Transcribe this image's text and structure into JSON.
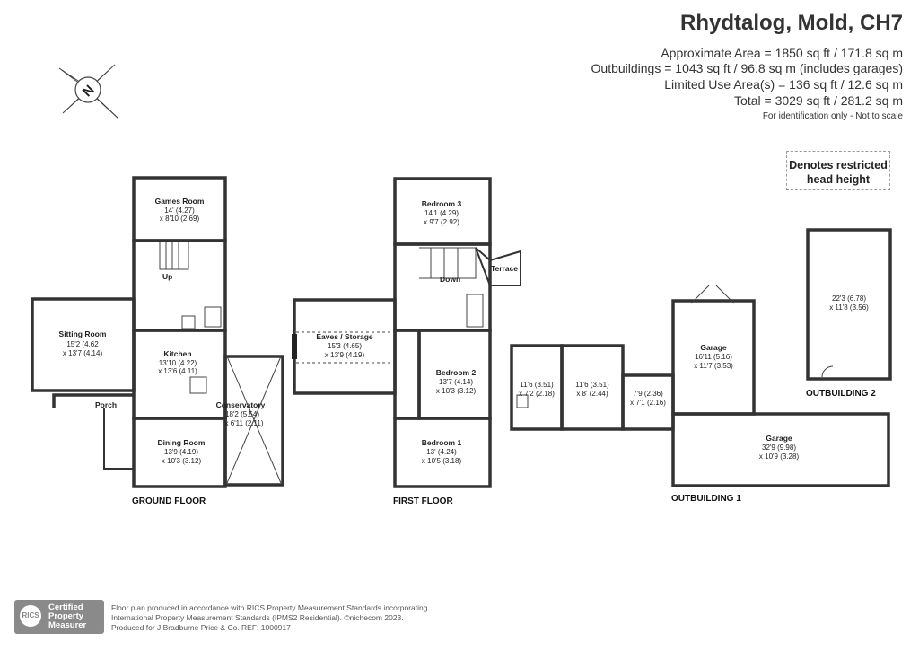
{
  "header": {
    "title": "Rhydtalog, Mold, CH7",
    "approx_area": "Approximate Area = 1850 sq ft / 171.8 sq m",
    "outbuildings": "Outbuildings = 1043 sq ft / 96.8 sq m (includes garages)",
    "limited_use": "Limited Use Area(s) = 136 sq ft / 12.6 sq m",
    "total": "Total = 3029 sq ft / 281.2 sq m",
    "identification": "For identification only - Not to scale"
  },
  "legend": {
    "restricted_line1": "Denotes restricted",
    "restricted_line2": "head height"
  },
  "compass": {
    "letter": "N"
  },
  "ground_floor": {
    "label": "GROUND FLOOR",
    "games_room": {
      "name": "Games Room",
      "dim1": "14' (4.27)",
      "dim2": "x 8'10 (2.69)"
    },
    "up": "Up",
    "sitting_room": {
      "name": "Sitting Room",
      "dim1": "15'2 (4.62",
      "dim2": "x 13'7 (4.14)"
    },
    "kitchen": {
      "name": "Kitchen",
      "dim1": "13'10 (4.22)",
      "dim2": "x 13'6 (4.11)"
    },
    "porch": "Porch",
    "conservatory": {
      "name": "Conservatory",
      "dim1": "18'2 (5.54)",
      "dim2": "x 6'11 (2.11)"
    },
    "dining_room": {
      "name": "Dining Room",
      "dim1": "13'9 (4.19)",
      "dim2": "x 10'3 (3.12)"
    }
  },
  "first_floor": {
    "label": "FIRST FLOOR",
    "bedroom3": {
      "name": "Bedroom 3",
      "dim1": "14'1 (4.29)",
      "dim2": "x 9'7 (2.92)"
    },
    "terrace": "Terrace",
    "down": "Down",
    "eaves": {
      "name": "Eaves / Storage",
      "dim1": "15'3 (4.65)",
      "dim2": "x 13'9 (4.19)"
    },
    "bedroom2": {
      "name": "Bedroom 2",
      "dim1": "13'7 (4.14)",
      "dim2": "x 10'3 (3.12)"
    },
    "bedroom1": {
      "name": "Bedroom 1",
      "dim1": "13' (4.24)",
      "dim2": "x 10'5 (3.18)"
    }
  },
  "outbuilding1": {
    "label": "OUTBUILDING 1",
    "room_a": {
      "dim1": "11'6 (3.51)",
      "dim2": "x 7'2 (2.18)"
    },
    "room_b": {
      "dim1": "11'6 (3.51)",
      "dim2": "x 8' (2.44)"
    },
    "room_c": {
      "dim1": "7'9 (2.36)",
      "dim2": "x 7'1 (2.16)"
    },
    "garage_upper": {
      "name": "Garage",
      "dim1": "16'11 (5.16)",
      "dim2": "x 11'7 (3.53)"
    },
    "garage_lower": {
      "name": "Garage",
      "dim1": "32'9 (9.98)",
      "dim2": "x 10'9 (3.28)"
    }
  },
  "outbuilding2": {
    "label": "OUTBUILDING 2",
    "room": {
      "dim1": "22'3 (6.78)",
      "dim2": "x 11'8 (3.56)"
    }
  },
  "footer": {
    "logo_mark": "RICS",
    "cert_line1": "Certified",
    "cert_line2": "Property",
    "cert_line3": "Measurer",
    "line1": "Floor plan produced in accordance with RICS Property Measurement Standards incorporating",
    "line2": "International Property Measurement Standards (IPMS2 Residential).  ©nichecom 2023.",
    "line3": "Produced for J Bradburne Price & Co.   REF: 1000917"
  }
}
